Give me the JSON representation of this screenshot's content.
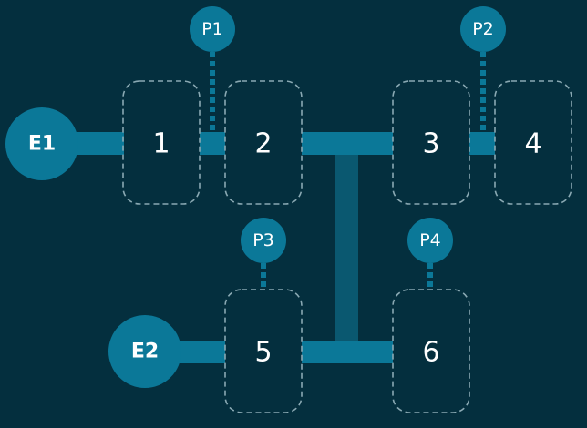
{
  "entries": [
    {
      "label": "E1"
    },
    {
      "label": "E2"
    }
  ],
  "boxes": [
    {
      "label": "1"
    },
    {
      "label": "2"
    },
    {
      "label": "3"
    },
    {
      "label": "4"
    },
    {
      "label": "5"
    },
    {
      "label": "6"
    }
  ],
  "ports": [
    {
      "label": "P1"
    },
    {
      "label": "P2"
    },
    {
      "label": "P3"
    },
    {
      "label": "P4"
    }
  ],
  "colors": {
    "background": "#042f3e",
    "accent": "#0b7898",
    "trunk": "#0a5870"
  }
}
